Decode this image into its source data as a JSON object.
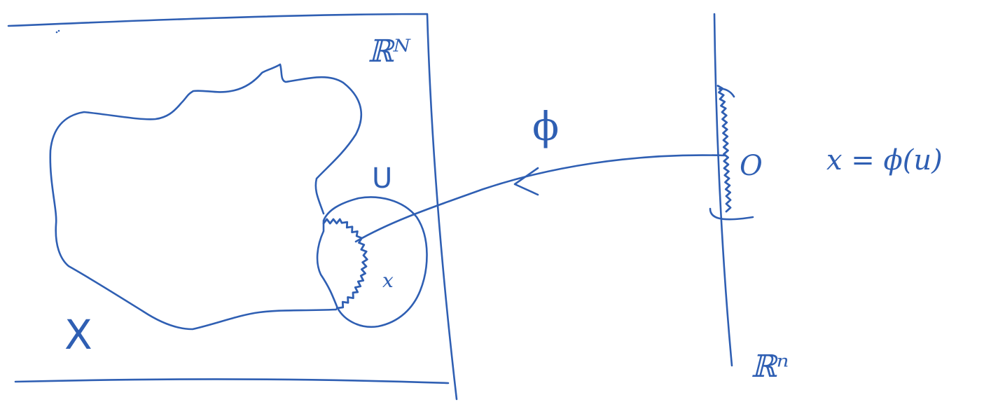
{
  "diagram": {
    "ink_color": "#2f5fb3",
    "labels": {
      "ambient_space": "ℝᴺ",
      "parameter_space": "ℝⁿ",
      "set_X": "X",
      "neighborhood": "U",
      "point_x": "x",
      "map": "ϕ",
      "parameter_set": "O",
      "relation": "x = ϕ(u)"
    }
  }
}
